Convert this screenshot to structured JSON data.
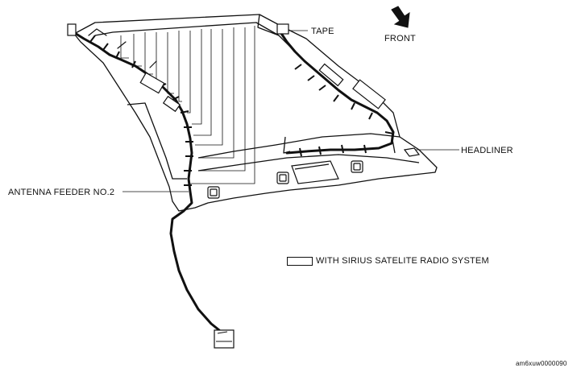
{
  "labels": {
    "tape": "TAPE",
    "front": "FRONT",
    "headliner": "HEADLINER",
    "antenna_feeder": "ANTENNA FEEDER NO.2",
    "legend_text": "WITH SIRIUS SATELITE RADIO SYSTEM",
    "figure_code": "am6xuw0000090"
  },
  "colors": {
    "ink": "#111111",
    "background": "#ffffff"
  }
}
